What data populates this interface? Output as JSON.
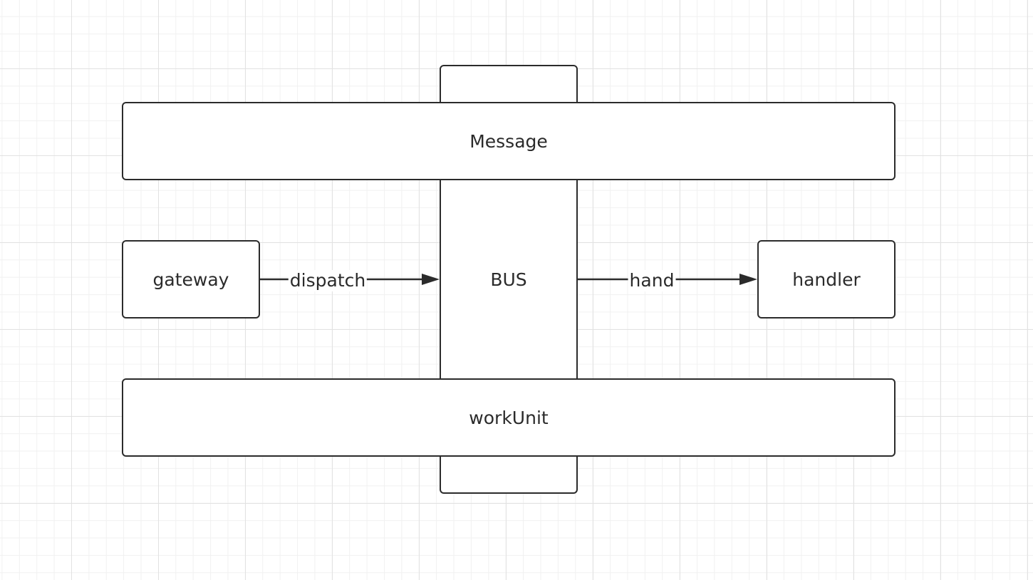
{
  "diagram": {
    "nodes": {
      "message": "Message",
      "bus": "BUS",
      "gateway": "gateway",
      "handler": "handler",
      "workunit": "workUnit"
    },
    "edges": [
      {
        "from": "gateway",
        "to": "bus",
        "label": "dispatch"
      },
      {
        "from": "bus",
        "to": "handler",
        "label": "hand"
      }
    ]
  }
}
